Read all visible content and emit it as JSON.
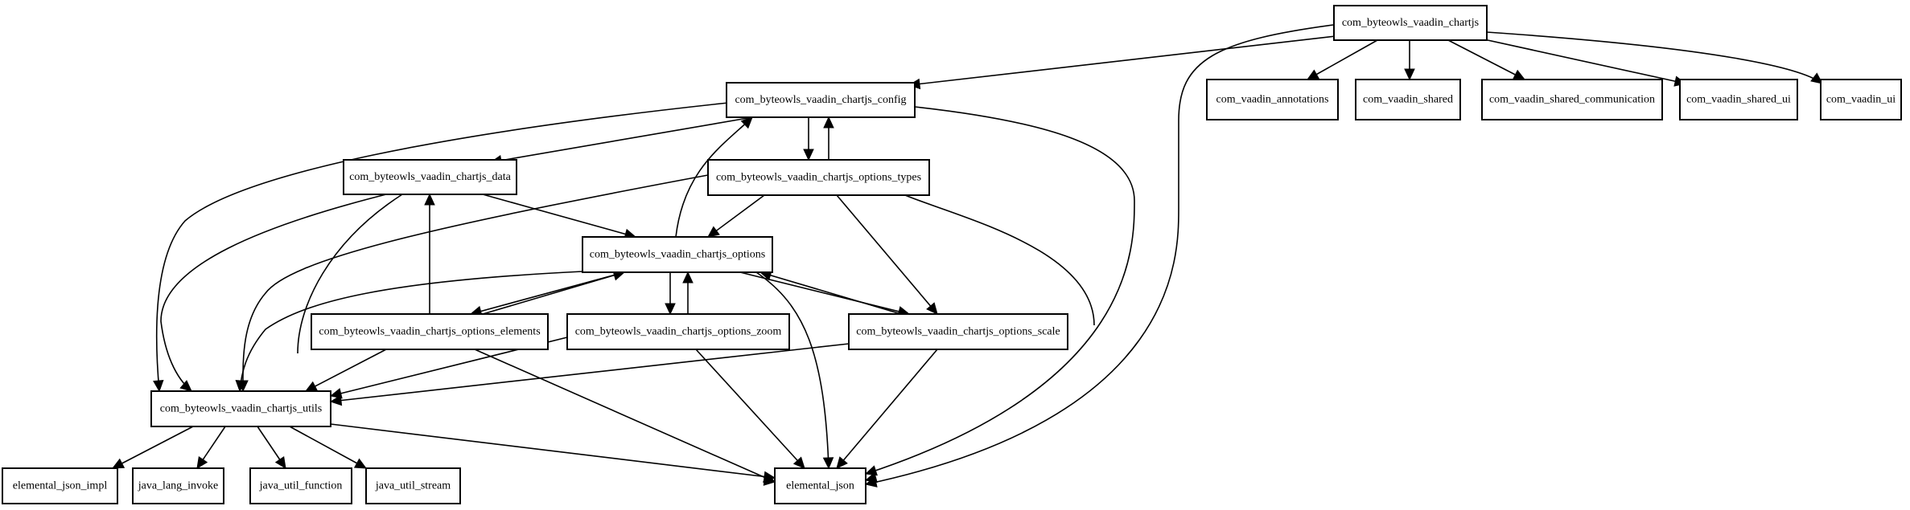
{
  "graph": {
    "nodes": [
      {
        "id": "chartjs",
        "label": "com_byteowls_vaadin_chartjs"
      },
      {
        "id": "config",
        "label": "com_byteowls_vaadin_chartjs_config"
      },
      {
        "id": "annotations",
        "label": "com_vaadin_annotations"
      },
      {
        "id": "shared",
        "label": "com_vaadin_shared"
      },
      {
        "id": "shared_comm",
        "label": "com_vaadin_shared_communication"
      },
      {
        "id": "shared_ui",
        "label": "com_vaadin_shared_ui"
      },
      {
        "id": "ui",
        "label": "com_vaadin_ui"
      },
      {
        "id": "data",
        "label": "com_byteowls_vaadin_chartjs_data"
      },
      {
        "id": "types",
        "label": "com_byteowls_vaadin_chartjs_options_types"
      },
      {
        "id": "options",
        "label": "com_byteowls_vaadin_chartjs_options"
      },
      {
        "id": "elements",
        "label": "com_byteowls_vaadin_chartjs_options_elements"
      },
      {
        "id": "zoom",
        "label": "com_byteowls_vaadin_chartjs_options_zoom"
      },
      {
        "id": "scale",
        "label": "com_byteowls_vaadin_chartjs_options_scale"
      },
      {
        "id": "utils",
        "label": "com_byteowls_vaadin_chartjs_utils"
      },
      {
        "id": "json_impl",
        "label": "elemental_json_impl"
      },
      {
        "id": "invoke",
        "label": "java_lang_invoke"
      },
      {
        "id": "function",
        "label": "java_util_function"
      },
      {
        "id": "stream",
        "label": "java_util_stream"
      },
      {
        "id": "json",
        "label": "elemental_json"
      }
    ],
    "edges": [
      {
        "from": "chartjs",
        "to": "config"
      },
      {
        "from": "chartjs",
        "to": "annotations"
      },
      {
        "from": "chartjs",
        "to": "shared"
      },
      {
        "from": "chartjs",
        "to": "shared_comm"
      },
      {
        "from": "chartjs",
        "to": "shared_ui"
      },
      {
        "from": "chartjs",
        "to": "ui"
      },
      {
        "from": "chartjs",
        "to": "json"
      },
      {
        "from": "config",
        "to": "data"
      },
      {
        "from": "config",
        "to": "types"
      },
      {
        "from": "config",
        "to": "utils"
      },
      {
        "from": "config",
        "to": "json"
      },
      {
        "from": "types",
        "to": "config"
      },
      {
        "from": "types",
        "to": "options"
      },
      {
        "from": "types",
        "to": "scale"
      },
      {
        "from": "types",
        "to": "utils"
      },
      {
        "from": "types",
        "to": "json"
      },
      {
        "from": "data",
        "to": "options"
      },
      {
        "from": "data",
        "to": "utils"
      },
      {
        "from": "data",
        "to": "json"
      },
      {
        "from": "options",
        "to": "config"
      },
      {
        "from": "options",
        "to": "elements"
      },
      {
        "from": "options",
        "to": "zoom"
      },
      {
        "from": "options",
        "to": "scale"
      },
      {
        "from": "options",
        "to": "utils"
      },
      {
        "from": "options",
        "to": "json"
      },
      {
        "from": "elements",
        "to": "options"
      },
      {
        "from": "elements",
        "to": "data"
      },
      {
        "from": "elements",
        "to": "utils"
      },
      {
        "from": "elements",
        "to": "json"
      },
      {
        "from": "zoom",
        "to": "options"
      },
      {
        "from": "zoom",
        "to": "utils"
      },
      {
        "from": "zoom",
        "to": "json"
      },
      {
        "from": "scale",
        "to": "options"
      },
      {
        "from": "scale",
        "to": "utils"
      },
      {
        "from": "scale",
        "to": "json"
      },
      {
        "from": "utils",
        "to": "json_impl"
      },
      {
        "from": "utils",
        "to": "invoke"
      },
      {
        "from": "utils",
        "to": "function"
      },
      {
        "from": "utils",
        "to": "stream"
      },
      {
        "from": "utils",
        "to": "json"
      }
    ]
  }
}
